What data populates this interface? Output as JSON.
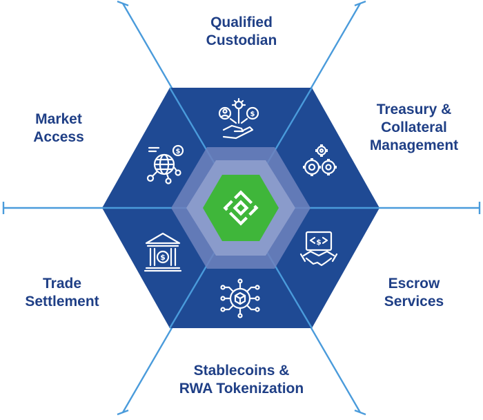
{
  "colors": {
    "hex_dark": "#1f4a94",
    "hex_mid": "#6f83bd",
    "hex_inner": "#8a9bcb",
    "core_green": "#3fb63a",
    "spoke_blue": "#4a9bdb",
    "label_navy": "#1f3f86"
  },
  "segments": {
    "top": {
      "lines": [
        "Qualified",
        "Custodian"
      ],
      "icon": "hand-people-coins-gear-icon"
    },
    "upper_left": {
      "lines": [
        "Market",
        "Access"
      ],
      "icon": "globe-network-dollar-icon"
    },
    "upper_right": {
      "lines": [
        "Treasury &",
        "Collateral",
        "Management"
      ],
      "icon": "gears-icon"
    },
    "lower_left": {
      "lines": [
        "Trade",
        "Settlement"
      ],
      "icon": "bank-building-dollar-icon"
    },
    "lower_right": {
      "lines": [
        "Escrow",
        "Services"
      ],
      "icon": "handshake-document-icon"
    },
    "bottom": {
      "lines": [
        "Stablecoins &",
        "RWA Tokenization"
      ],
      "icon": "blockchain-cube-icon"
    }
  },
  "center": {
    "icon": "brand-logo-icon"
  }
}
